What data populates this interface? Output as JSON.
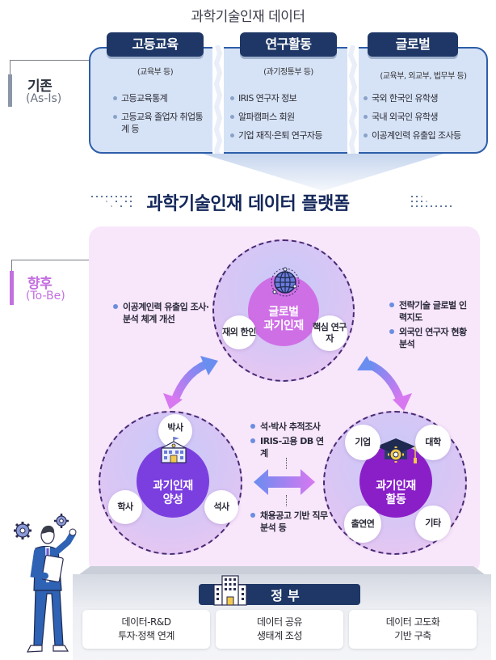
{
  "header": {
    "title": "과학기술인재 데이터"
  },
  "as_is": {
    "label": "기존",
    "sublabel": "(As-Is)",
    "accent_color": "#8b96a8",
    "columns": [
      {
        "tag": "고등교육",
        "source": "(교육부 등)",
        "items": [
          "고등교육통계",
          "고등교육 졸업자 취업통계 등"
        ]
      },
      {
        "tag": "연구활동",
        "source": "(과기정통부 등)",
        "items": [
          "IRIS 연구자 정보",
          "알파캠퍼스 회원",
          "기업 재직·은퇴 연구자등"
        ]
      },
      {
        "tag": "글로벌",
        "source": "(교육부, 외교부, 법무부 등)",
        "items": [
          "국외 한국인 유학생",
          "국내 외국인 유학생",
          "이공계인력 유출입 조사등"
        ]
      }
    ]
  },
  "platform": {
    "title": "과학기술인재 데이터 플랫폼"
  },
  "to_be": {
    "label": "향후",
    "sublabel": "(To-Be)",
    "accent_color": "#c46fe0",
    "left_note": [
      "이공계인력 유출입 조사·분석 체계 개선"
    ],
    "right_note": [
      "전략기술 글로벌 인력지도",
      "외국인 연구자 현황 분석"
    ],
    "center_note_top": [
      "석·박사 추적조사",
      "IRIS-고용 DB 연계"
    ],
    "center_note_bottom": [
      "채용공고 기반 직무분석 등"
    ],
    "circles": {
      "global": {
        "icon": "globe-icon",
        "core_line1": "글로벌",
        "core_line2": "과기인재",
        "bubbles": [
          "재외 한인",
          "핵심 연구자"
        ],
        "core_color": "#cf6fe6"
      },
      "training": {
        "icon": "school-building-icon",
        "core_line1": "과기인재",
        "core_line2": "양성",
        "bubbles": [
          "박사",
          "학사",
          "석사"
        ],
        "core_color": "#7b3fe0"
      },
      "activity": {
        "icon": "graduation-cap-gear-icon",
        "core_line1": "과기인재",
        "core_line2": "활동",
        "bubbles": [
          "기업",
          "대학",
          "출연연",
          "기타"
        ],
        "core_color": "#8a1fc8"
      }
    }
  },
  "government": {
    "tag": "정부",
    "cards": [
      {
        "line1": "데이터-R&D",
        "line2": "투자·정책 연계"
      },
      {
        "line1": "데이터 공유",
        "line2": "생태계 조성"
      },
      {
        "line1": "데이터 고도화",
        "line2": "기반 구축"
      }
    ]
  },
  "colors": {
    "navy": "#1e3766",
    "asis_fill": "#d6e3f7",
    "asis_border": "#2d5ea8",
    "tobe_fill": "#f8e6fb",
    "bullet_blue": "#6a8de0"
  }
}
